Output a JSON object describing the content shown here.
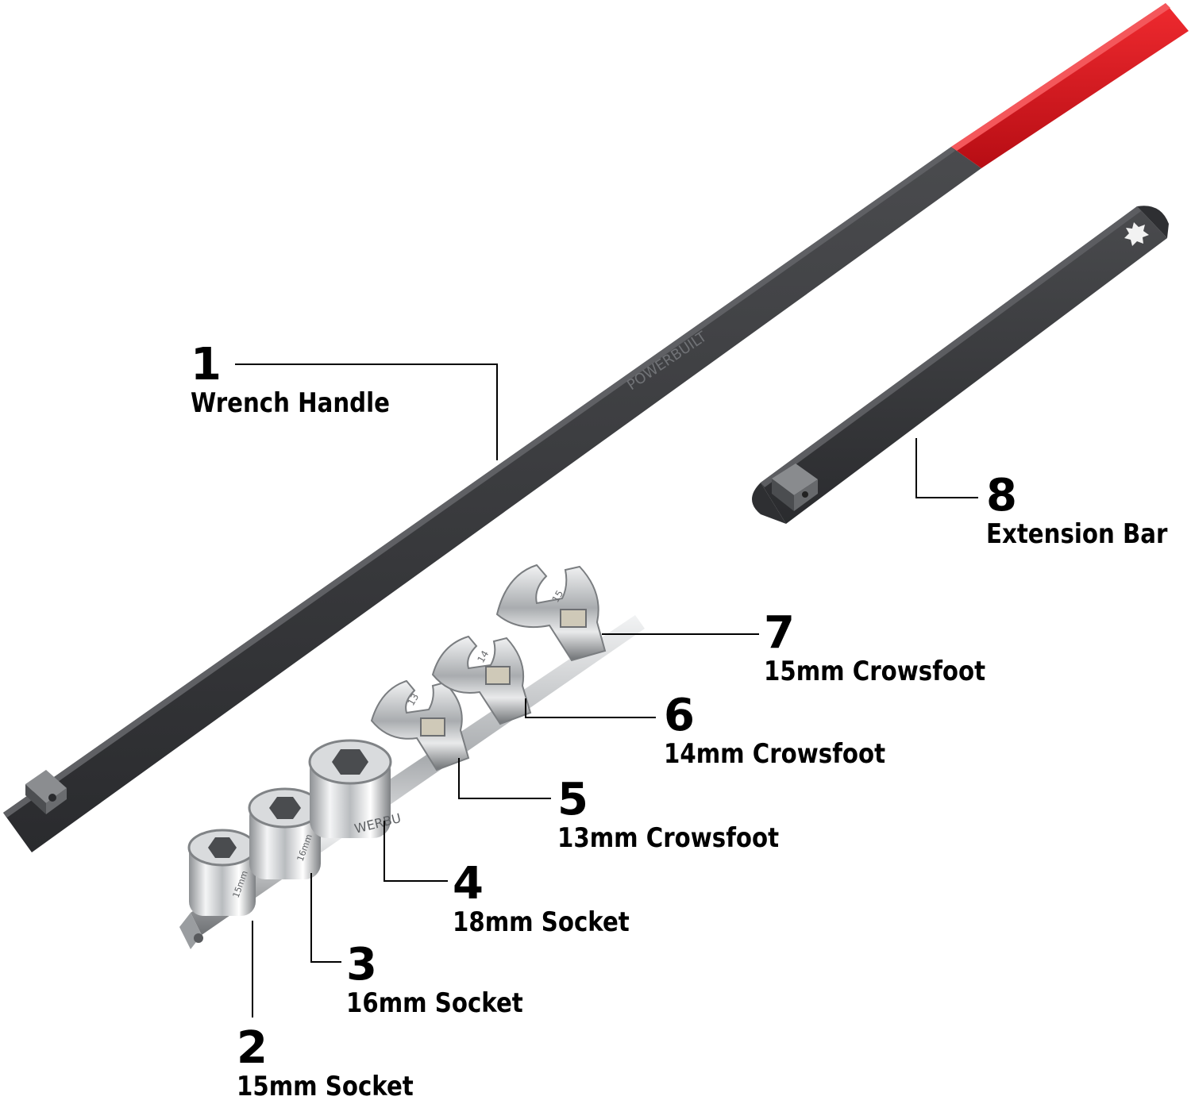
{
  "brand_text": "POWERBUILT",
  "socket_markings": [
    "15mm",
    "16mm",
    "WERBU"
  ],
  "crowsfoot_markings": [
    "13",
    "14",
    "15"
  ],
  "colors": {
    "grip": "#d9121b",
    "bar": "#2f3033",
    "chrome": "#c9cbcd",
    "leader_line": "#000000"
  },
  "callouts": [
    {
      "number": "1",
      "label": "Wrench Handle"
    },
    {
      "number": "2",
      "label": "15mm Socket"
    },
    {
      "number": "3",
      "label": "16mm Socket"
    },
    {
      "number": "4",
      "label": "18mm Socket"
    },
    {
      "number": "5",
      "label": "13mm Crowsfoot"
    },
    {
      "number": "6",
      "label": "14mm Crowsfoot"
    },
    {
      "number": "7",
      "label": "15mm Crowsfoot"
    },
    {
      "number": "8",
      "label": "Extension Bar"
    }
  ]
}
